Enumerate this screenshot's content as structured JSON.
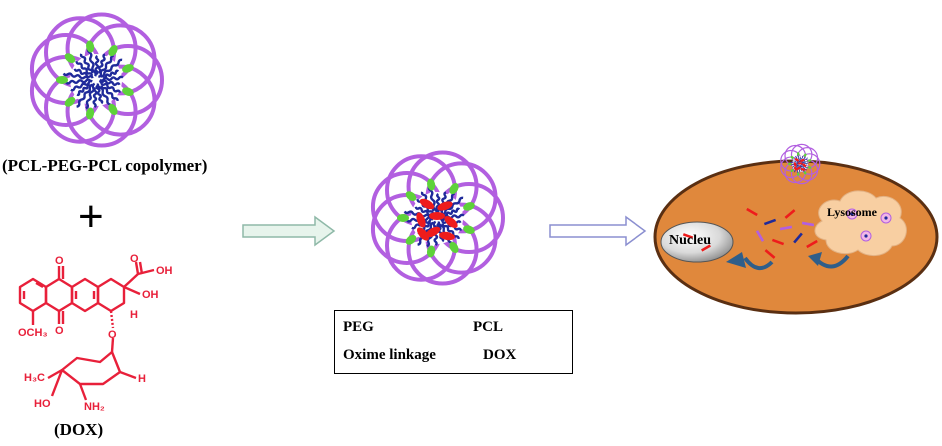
{
  "labels": {
    "copolymer": "(PCL-PEG-PCL copolymer)",
    "plus": "+",
    "dox_name": "(DOX)",
    "nucleus": "Nucleu",
    "lysosome": "Lysosome"
  },
  "legend": {
    "peg": "PEG",
    "pcl": "PCL",
    "oxime": "Oxime linkage",
    "dox": "DOX"
  },
  "structure": {
    "o_top": "O",
    "oh_top": "OH",
    "oh_ring": "OH",
    "o_quinone": "O",
    "h_stereo": "H",
    "o_link": "O",
    "methoxy": "OCH₃",
    "methyl": "H₃C",
    "h_sugar": "H",
    "ho": "HO",
    "nh2": "NH₂"
  },
  "colors": {
    "peg": "#b25fe0",
    "pcl": "#1f2a9a",
    "oxime": "#5ed23a",
    "dox": "#ee1c1c",
    "cell_fill": "#e0883c",
    "cell_border": "#5a2f12",
    "arrow": "#8b8fd0",
    "arrow_fill_1": "#e7f4ec"
  }
}
